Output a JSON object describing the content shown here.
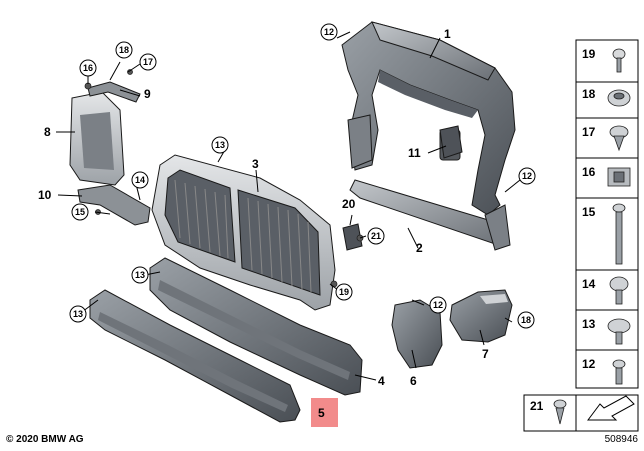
{
  "diagram": {
    "parts": [
      {
        "id": "1",
        "label": "1"
      },
      {
        "id": "2",
        "label": "2"
      },
      {
        "id": "3",
        "label": "3"
      },
      {
        "id": "4",
        "label": "4"
      },
      {
        "id": "5",
        "label": "5"
      },
      {
        "id": "6",
        "label": "6"
      },
      {
        "id": "7",
        "label": "7"
      },
      {
        "id": "8",
        "label": "8"
      },
      {
        "id": "9",
        "label": "9"
      },
      {
        "id": "10",
        "label": "10"
      },
      {
        "id": "11",
        "label": "11"
      }
    ],
    "callouts": [
      "12",
      "13",
      "14",
      "15",
      "16",
      "17",
      "18",
      "19",
      "20",
      "21"
    ],
    "legend": [
      {
        "num": "19",
        "label": "19"
      },
      {
        "num": "18",
        "label": "18"
      },
      {
        "num": "17",
        "label": "17"
      },
      {
        "num": "16",
        "label": "16"
      },
      {
        "num": "15",
        "label": "15"
      },
      {
        "num": "14",
        "label": "14"
      },
      {
        "num": "13",
        "label": "13"
      },
      {
        "num": "12",
        "label": "12"
      },
      {
        "num": "21",
        "label": "21"
      }
    ],
    "highlight_color": "#f28b8b"
  },
  "footer": {
    "copyright": "© 2020 BMW AG",
    "image_id": "508946"
  }
}
